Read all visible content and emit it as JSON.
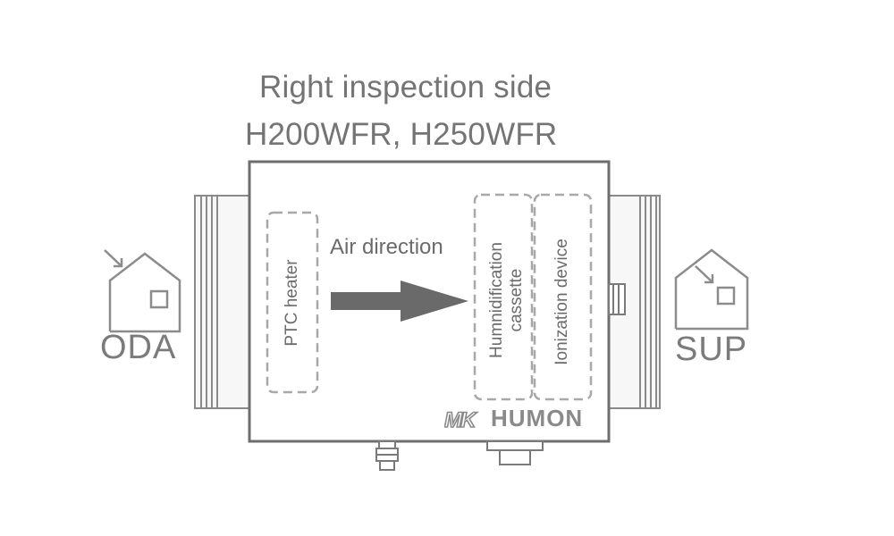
{
  "title": {
    "line1": "Right inspection side",
    "line2": "H200WFR, H250WFR"
  },
  "inlet": {
    "label": "ODA"
  },
  "outlet": {
    "label": "SUP"
  },
  "components": {
    "ptc_heater": "PTC heater",
    "humidification_line1": "Humnidification",
    "humidification_line2": "cassette",
    "ionization": "Ionization device"
  },
  "airflow": {
    "label": "Air direction"
  },
  "brand": {
    "logo_text": "MK",
    "name": "HUMON"
  },
  "colors": {
    "line": "#7a7a7a",
    "dashed": "#a8a8a8",
    "arrow": "#6a6a6a",
    "text": "#747474"
  }
}
